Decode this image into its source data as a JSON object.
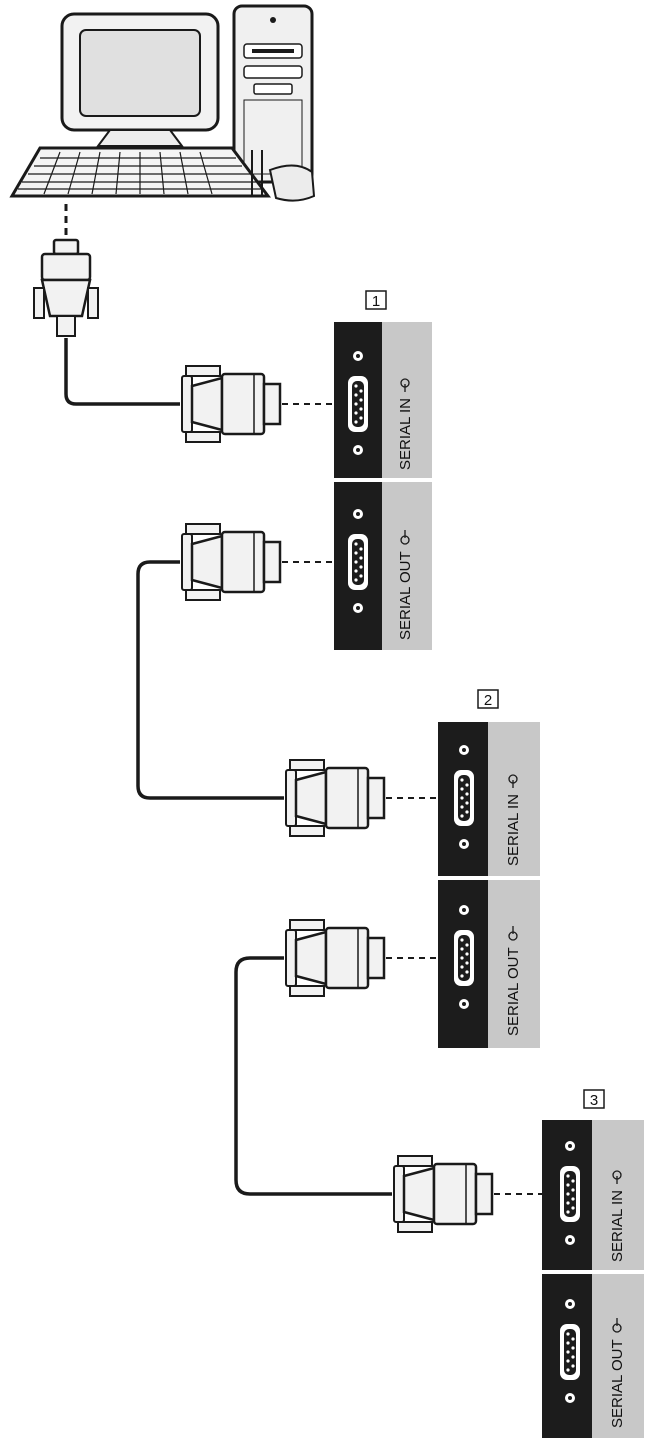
{
  "diagram": {
    "units": [
      {
        "number": "1",
        "ports": [
          {
            "label": "SERIAL IN",
            "direction_icon": "arrow-in-icon"
          },
          {
            "label": "SERIAL OUT",
            "direction_icon": "arrow-out-icon"
          }
        ]
      },
      {
        "number": "2",
        "ports": [
          {
            "label": "SERIAL IN",
            "direction_icon": "arrow-in-icon"
          },
          {
            "label": "SERIAL OUT",
            "direction_icon": "arrow-out-icon"
          }
        ]
      },
      {
        "number": "3",
        "ports": [
          {
            "label": "SERIAL IN",
            "direction_icon": "arrow-in-icon"
          },
          {
            "label": "SERIAL OUT",
            "direction_icon": "arrow-out-icon"
          }
        ]
      }
    ],
    "icons": [
      "computer-icon",
      "monitor-icon",
      "tower-icon",
      "keyboard-icon",
      "mouse-icon",
      "d-sub-connector-icon"
    ],
    "colors": {
      "ink": "#1a1a1a",
      "panel_dark": "#1c1c1c",
      "panel_light": "#c8c8c8",
      "paper": "#ffffff"
    }
  }
}
